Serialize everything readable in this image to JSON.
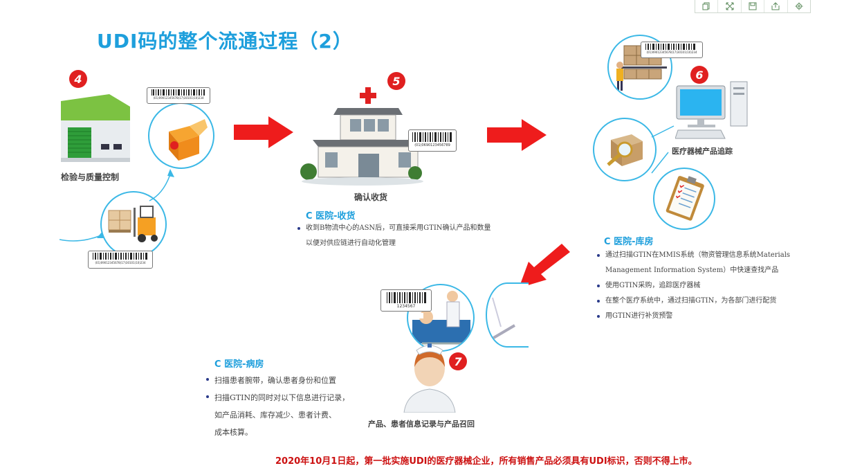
{
  "toolbar": {
    "icons": [
      "copy-icon",
      "expand-icon",
      "save-icon",
      "share-icon",
      "settings-icon"
    ]
  },
  "title": "UDI码的整个流通过程（2）",
  "steps": [
    {
      "number": "4",
      "caption": "检验与质量控制"
    },
    {
      "number": "5",
      "caption": "确认收货"
    },
    {
      "number": "6",
      "caption": "医疗器械产品追踪"
    },
    {
      "number": "7",
      "caption": "产品、患者信息记录与产品召回"
    }
  ],
  "sections": {
    "receiving": {
      "title": "C 医院-收货",
      "bullets": [
        "收到B物流中心的ASN后，可直接采用GTIN确认产品和数量",
        "以便对供应链进行自动化管理"
      ]
    },
    "warehouse": {
      "title": "C 医院-库房",
      "bullets": [
        "通过扫描GTIN在MMIS系统（物资管理信息系统Materials",
        "Management Information System）中快速查找产品",
        "使用GTIN采购，追踪医疗器械",
        "在整个医疗系统中，通过扫描GTIN，为各部门进行配货",
        "用GTIN进行补货预警"
      ]
    },
    "ward": {
      "title": "C 医院-病房",
      "bullets": [
        "扫描患者腕带，确认患者身份和位置",
        "扫描GTIN的同时对以下信息进行记录，",
        "如产品消耗、库存减少、患者计费、",
        "成本核算。"
      ]
    }
  },
  "barcodes": {
    "warehouse_box": "(01)09012345678(17)30101(10)234",
    "pallet": "(01)09012345678(17)30101(10)234",
    "hospital": "(01)0690123456789",
    "shelf": "(01)09012345678(17)30101(10)234",
    "ward": "1234567"
  },
  "footer": "2020年10月1日起，第一批实施UDI的医疗器械企业，所有销售产品必须具有UDI标识，否则不得上市。",
  "colors": {
    "title": "#1e9fdc",
    "arrow": "#ee1c1c",
    "marker": "#e02020",
    "circle_border": "#3bb8e6",
    "footer": "#cc1111"
  }
}
